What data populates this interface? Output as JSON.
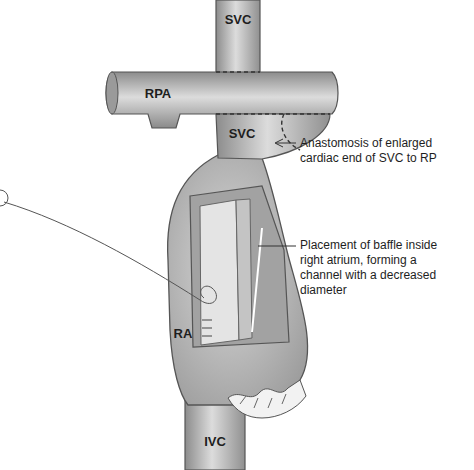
{
  "diagram": {
    "labels": [
      "SVC",
      "RPA",
      "SVC",
      "Anastomosis of enlarged cardiac end of SVC to RP",
      "RA",
      "Placement of baffle inside right atrium, forming a channel with a decreased diameter",
      "IVC"
    ]
  }
}
